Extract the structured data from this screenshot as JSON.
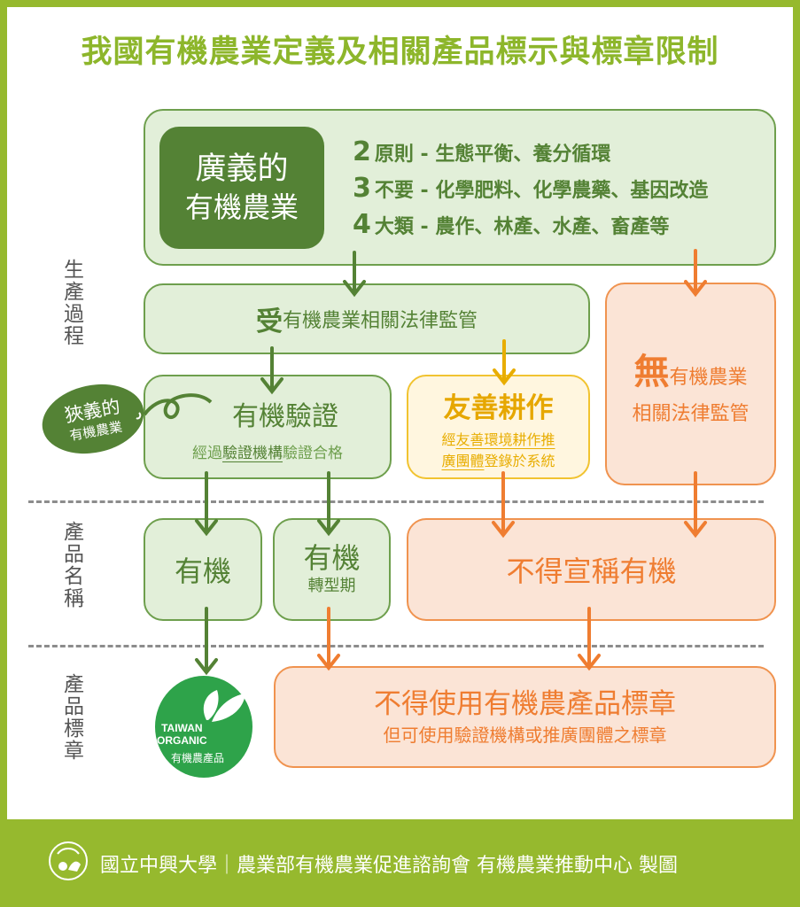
{
  "title": "我國有機農業定義及相關產品標示與標章限制",
  "colors": {
    "frame": "#96b92e",
    "green_dark": "#548235",
    "green_light": "#e2efd9",
    "orange": "#ef7d31",
    "orange_light": "#fbe4d6",
    "yellow": "#e8ad00",
    "yellow_light": "#fff6df",
    "title": "#8db62b"
  },
  "side_labels": {
    "production": "生產過程",
    "product_name": "產品名稱",
    "product_label": "產品標章"
  },
  "broad": {
    "line1": "廣義的",
    "line2": "有機農業",
    "principles": [
      {
        "num": "2",
        "text": "原則 - 生態平衡、養分循環"
      },
      {
        "num": "3",
        "text": "不要 - 化學肥料、化學農藥、基因改造"
      },
      {
        "num": "4",
        "text": "大類 - 農作、林產、水產、畜產等"
      }
    ]
  },
  "regulated": {
    "big": "受",
    "text": "有機農業相關法律監管"
  },
  "unregulated": {
    "big": "無",
    "line1": "有機農業",
    "line2": "相關法律監管"
  },
  "narrow_tag": {
    "line1": "狹義的",
    "line2": "有機農業"
  },
  "certified": {
    "title": "有機驗證",
    "pre": "經過",
    "underlined": "驗證機構",
    "post": "驗證合格"
  },
  "friendly": {
    "title": "友善耕作",
    "pre": "經",
    "underlined1": "友善環境耕作推",
    "underlined2": "廣團體",
    "post": "登錄於系統"
  },
  "names": {
    "organic": "有機",
    "transition_title": "有機",
    "transition_sub": "轉型期",
    "cannot_claim": "不得宣稱有機"
  },
  "logo": {
    "en1": "TAIWAN",
    "en2": "ORGANIC",
    "zh": "有機農產品"
  },
  "label_restriction": {
    "line1": "不得使用有機農產品標章",
    "line2": "但可使用驗證機構或推廣團體之標章"
  },
  "footer": {
    "text": "國立中興大學｜農業部有機農業促進諮詢會 有機農業推動中心 製圖",
    "logo_icon": "university-emblem-icon"
  }
}
